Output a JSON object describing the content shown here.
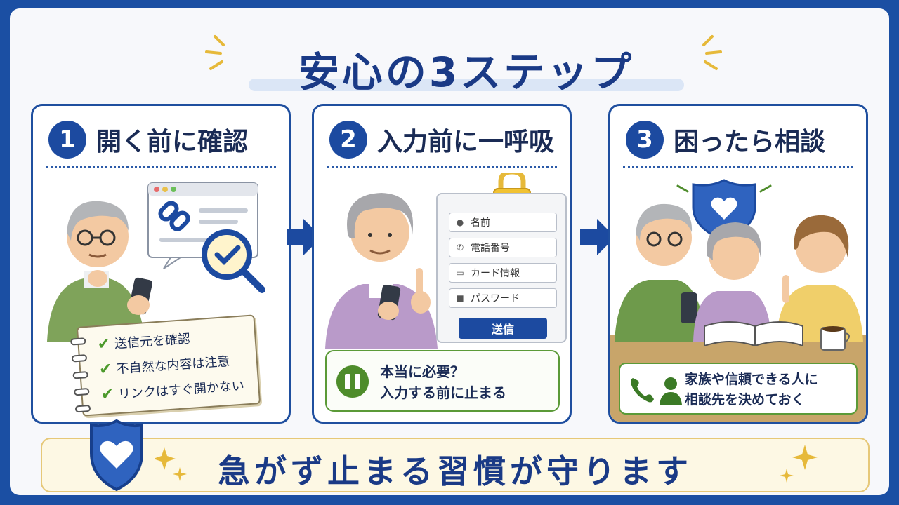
{
  "title": "安心の3ステップ",
  "colors": {
    "primary": "#1c4aa0",
    "accent_green": "#4e8c2b",
    "gold": "#e6b93a",
    "frame": "#1b4fa3"
  },
  "steps": [
    {
      "number": "1",
      "title": "開く前に確認",
      "checklist": [
        "送信元を確認",
        "不自然な内容は注意",
        "リンクはすぐ開かない"
      ]
    },
    {
      "number": "2",
      "title": "入力前に一呼吸",
      "form_fields": [
        "名前",
        "電話番号",
        "カード情報",
        "パスワード"
      ],
      "form_icons": [
        "person-icon",
        "phone-icon",
        "card-icon",
        "lock-icon"
      ],
      "submit_label": "送信",
      "note_lines": [
        "本当に必要？",
        "入力する前に止まる"
      ]
    },
    {
      "number": "3",
      "title": "困ったら相談",
      "contact_lines": [
        "家族や信頼できる人に",
        "相談先を決めておく"
      ]
    }
  ],
  "banner": {
    "text": "急がず止まる習慣が守ります"
  }
}
